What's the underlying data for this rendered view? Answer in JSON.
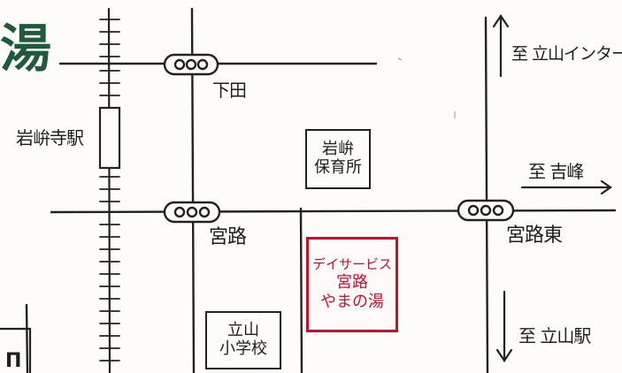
{
  "colors": {
    "ink": "#222222",
    "accent_red": "#c8102e",
    "brand_green": "#1f5a3c"
  },
  "brand_fragment": "湯",
  "stations": {
    "iwakuraji": "岩峅寺駅"
  },
  "intersections": {
    "shimoda": "下田",
    "miyaji": "宮路",
    "miyaji_higashi": "宮路東"
  },
  "directions": {
    "tateyama_ic": "至 立山インター",
    "yoshimine": "至 吉峰",
    "tateyama_station": "至 立山駅"
  },
  "landmarks": {
    "nursery": [
      "岩峅",
      "保育所"
    ],
    "school": [
      "立山",
      "小学校"
    ]
  },
  "facility": {
    "lines": [
      "デイサービス",
      "宮路",
      "やまの湯"
    ]
  },
  "corner_fragment": "П"
}
